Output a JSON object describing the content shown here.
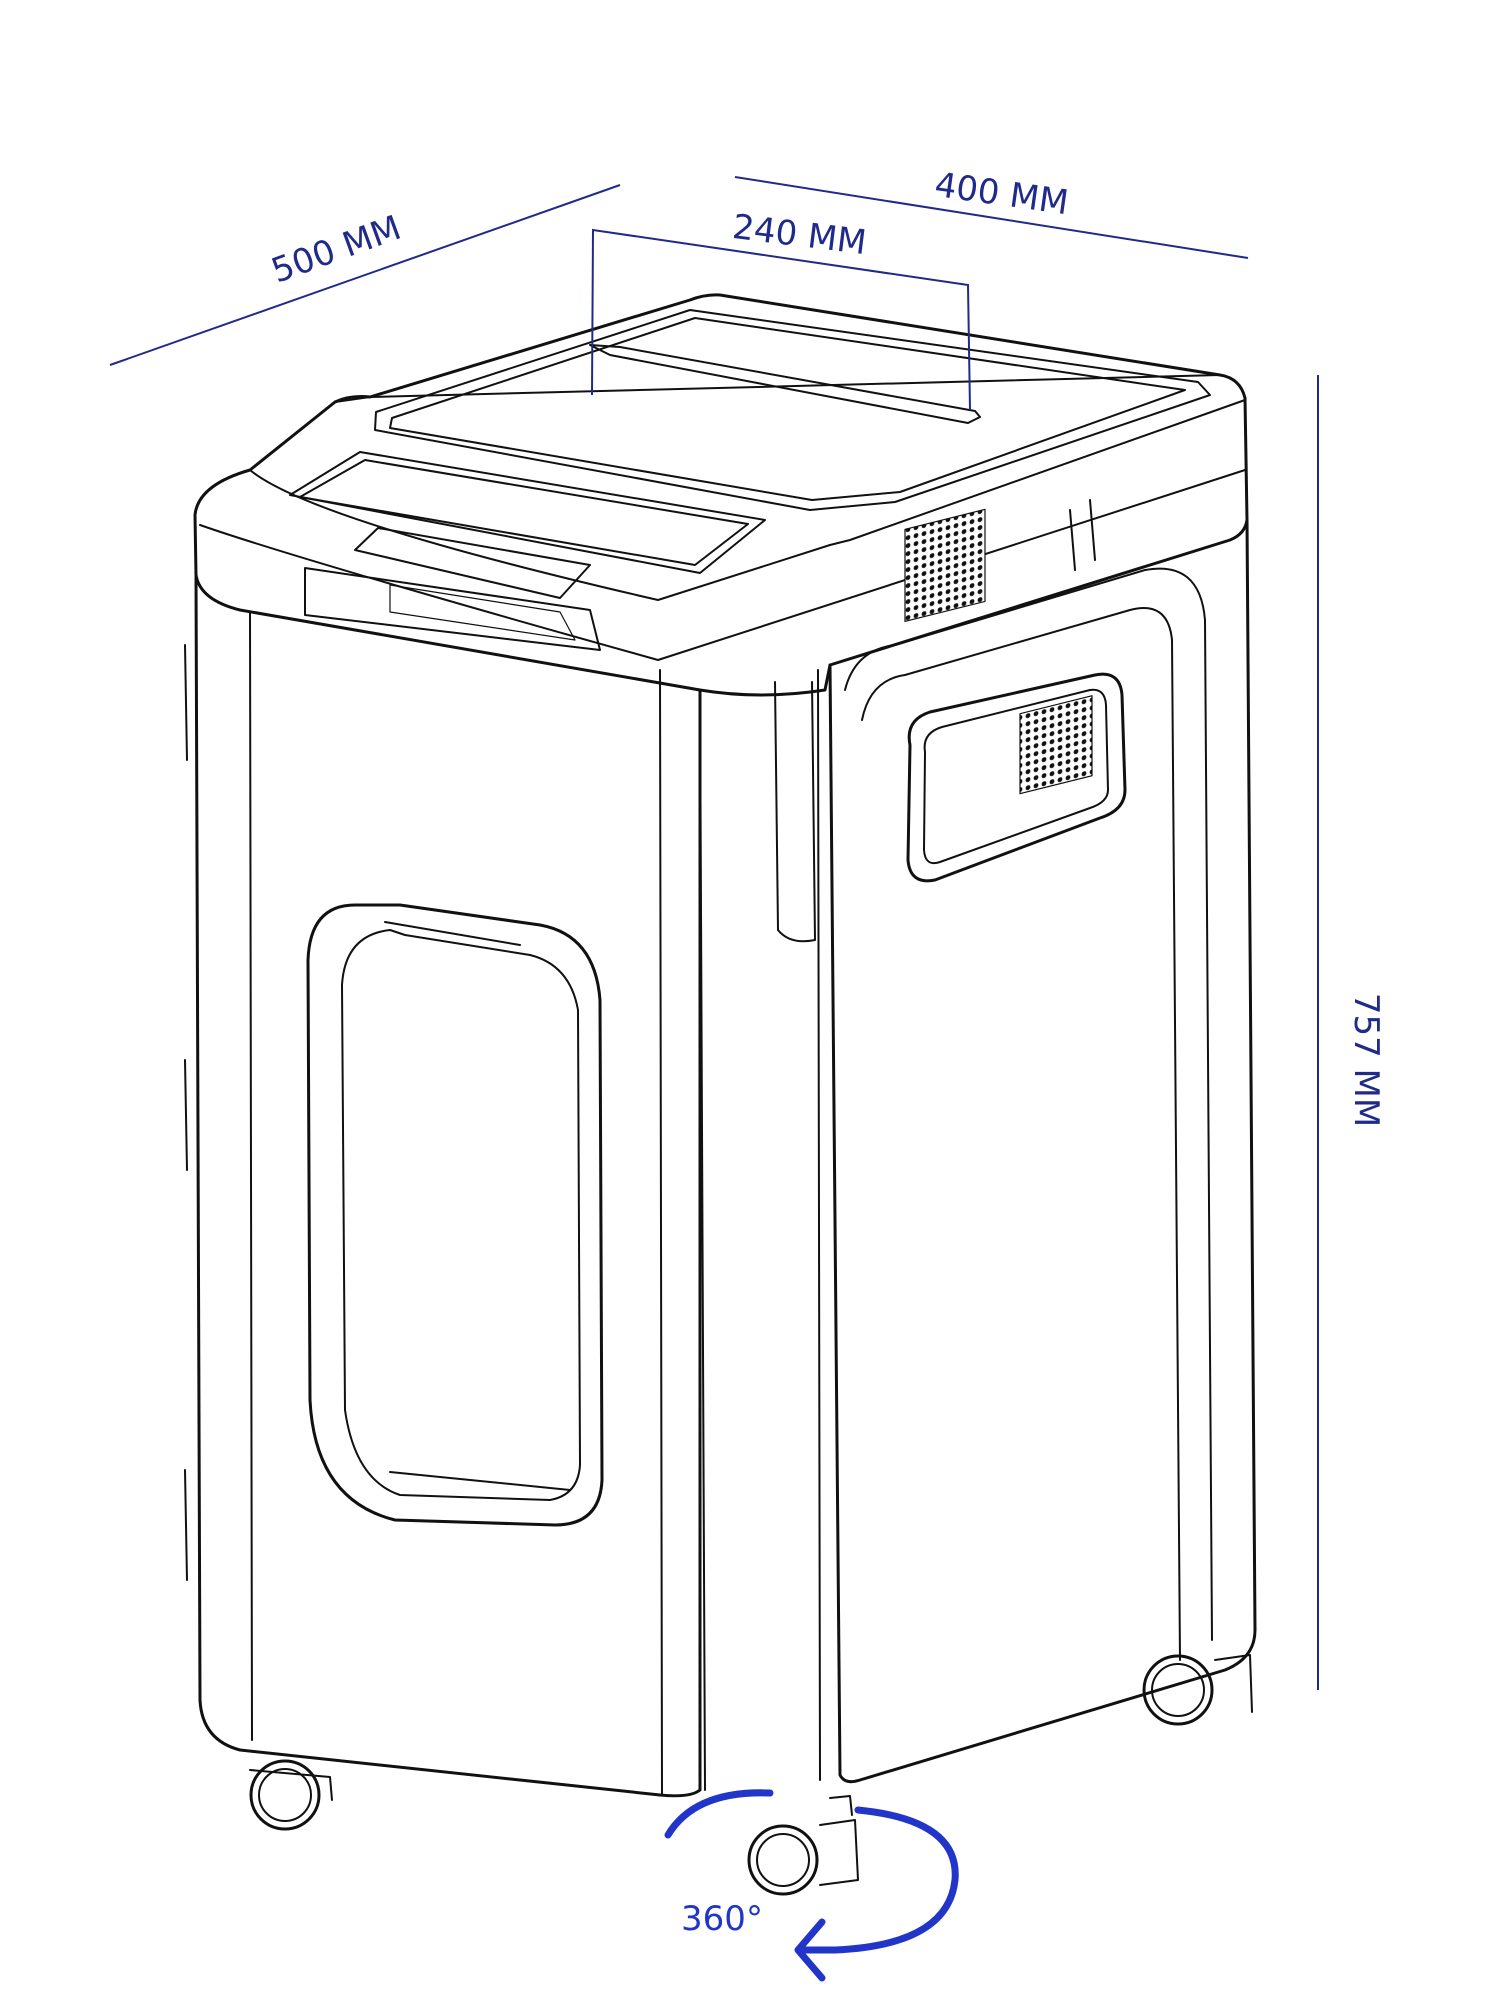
{
  "dimensions": {
    "depth": "500 MM",
    "width": "400 MM",
    "slot": "240 MM",
    "height": "757 MM",
    "rotation": "360°"
  },
  "colors": {
    "dimension": "#1f2a8a",
    "rotation_arrow": "#2235c9",
    "outline": "#111111"
  }
}
